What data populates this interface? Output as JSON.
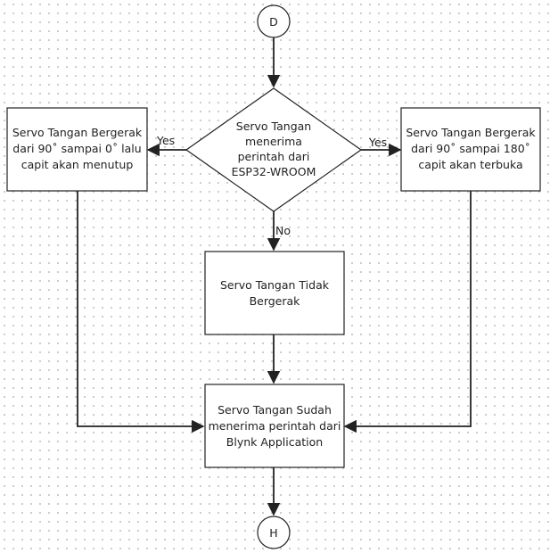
{
  "connectors": {
    "start": "D",
    "end": "H"
  },
  "decision": {
    "lines": [
      "Servo Tangan",
      "menerima",
      "perintah dari",
      "ESP32-WROOM"
    ]
  },
  "left_box": {
    "lines": [
      "Servo Tangan Bergerak",
      "dari 90˚ sampai 0˚ lalu",
      "capit akan menutup"
    ]
  },
  "right_box": {
    "lines": [
      "Servo Tangan Bergerak",
      "dari 90˚ sampai 180˚",
      "capit akan terbuka"
    ]
  },
  "middle_box": {
    "lines": [
      "Servo Tangan Tidak",
      "Bergerak"
    ]
  },
  "bottom_box": {
    "lines": [
      "Servo Tangan Sudah",
      "menerima perintah dari",
      "Blynk Application"
    ]
  },
  "edge_labels": {
    "yes_left": "Yes",
    "yes_right": "Yes",
    "no": "No"
  },
  "colors": {
    "stroke": "#222222",
    "fill": "#ffffff",
    "grid_dot": "#c8c8c8"
  }
}
